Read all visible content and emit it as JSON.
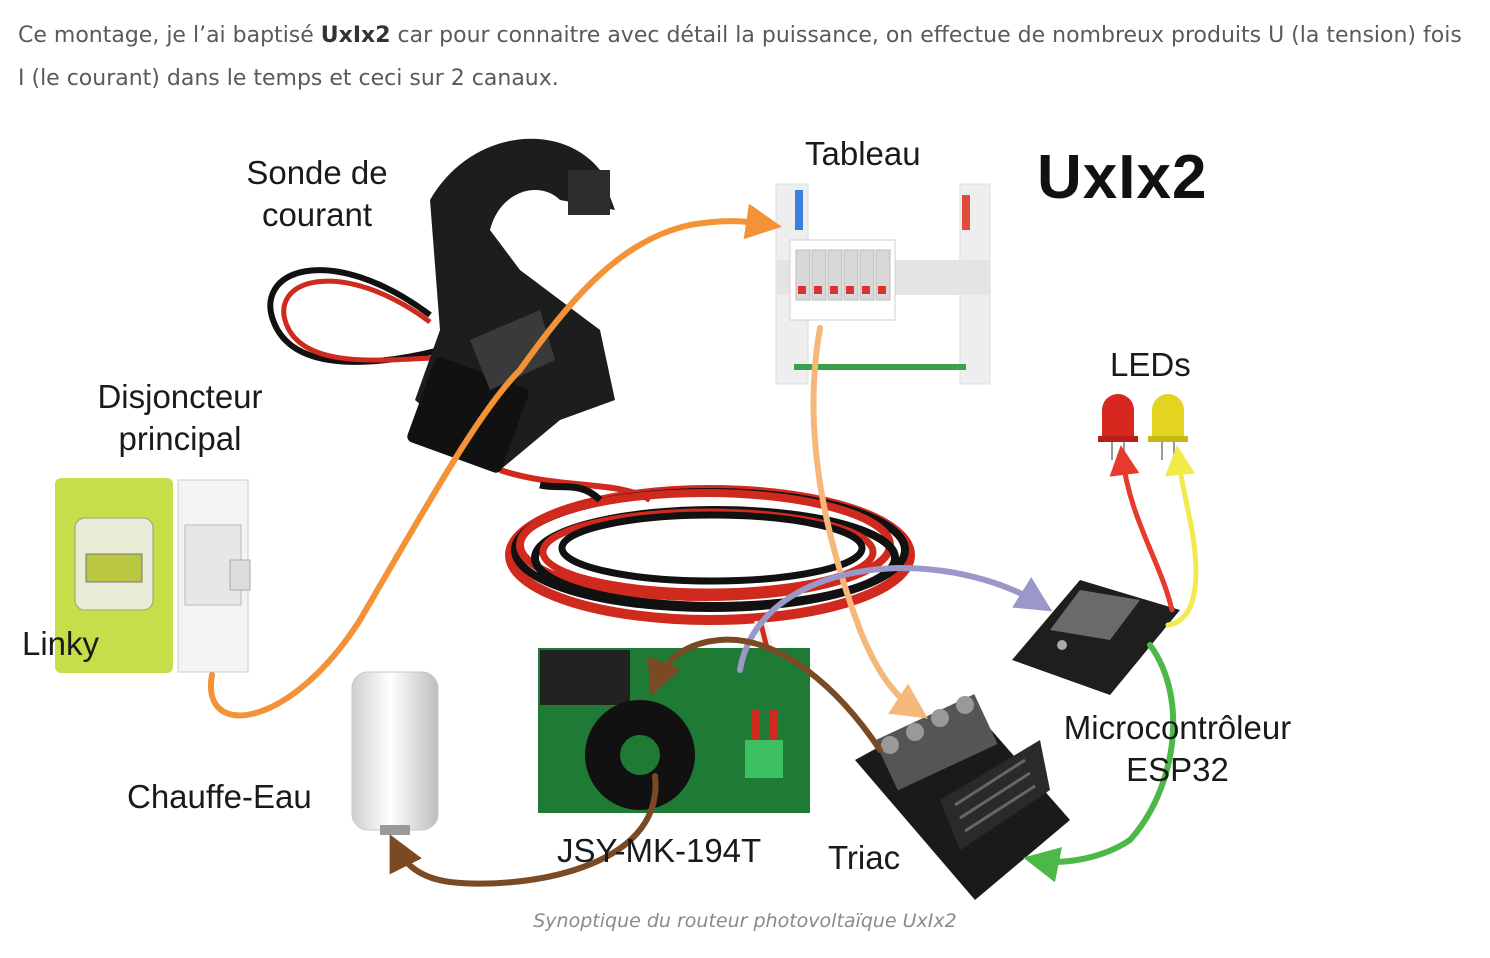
{
  "intro": {
    "part1": "Ce montage, je l’ai baptisé ",
    "brand": "UxIx2",
    "part2": " car pour connaitre avec détail la puissance, on effectue de nombreux produits U (la tension) fois I (le courant) dans le temps et ceci sur 2 canaux."
  },
  "diagram": {
    "title": "UxIx2",
    "labels": {
      "sonde": "Sonde de courant",
      "tableau": "Tableau",
      "disjoncteur": "Disjoncteur principal",
      "linky": "Linky",
      "leds": "LEDs",
      "micro": "Microcontrôleur ESP32",
      "chauffe_eau": "Chauffe-Eau",
      "jsy": "JSY-MK-194T",
      "triac": "Triac"
    },
    "colors": {
      "orange": "#f39237",
      "light_orange": "#f6b77a",
      "purple": "#9a97c9",
      "brown": "#7a4a24",
      "green": "#4cb847",
      "red": "#e53a2c",
      "yellow": "#f2e94a"
    }
  },
  "caption": "Synoptique du routeur photovoltaïque UxIx2"
}
